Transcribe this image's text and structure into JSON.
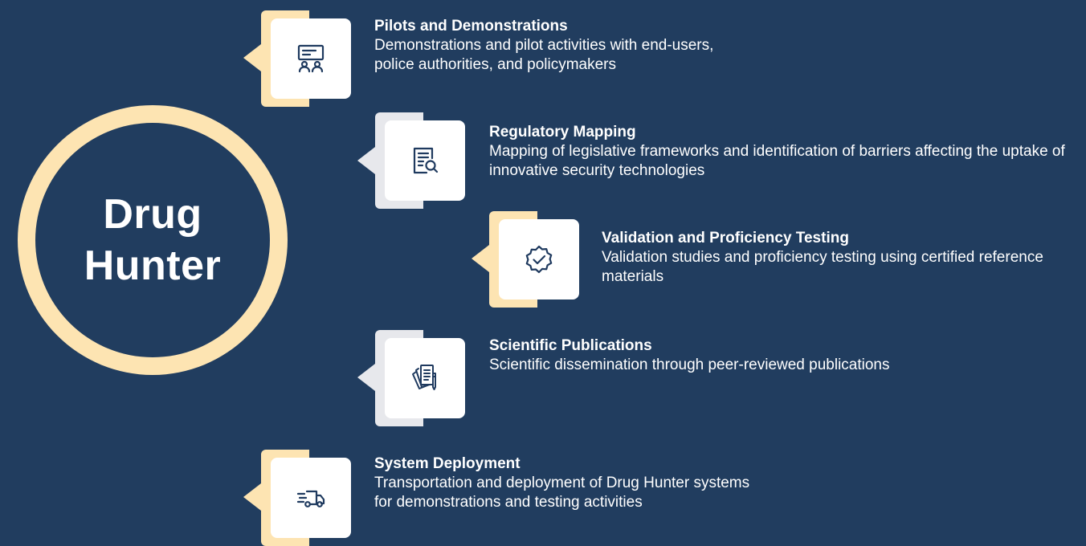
{
  "center": {
    "title_line1": "Drug",
    "title_line2": "Hunter"
  },
  "colors": {
    "background": "#213d5f",
    "accent_gold": "#fde4b2",
    "accent_grey": "#e7e8ec",
    "icon": "#1f3a5f"
  },
  "items": [
    {
      "icon": "presentation-icon",
      "title": "Pilots and Demonstrations",
      "description": "Demonstrations and pilot activities with end-users, police authorities, and policymakers"
    },
    {
      "icon": "document-search-icon",
      "title": "Regulatory Mapping",
      "description": "Mapping of legislative frameworks and identification of barriers affecting the uptake of innovative security technologies"
    },
    {
      "icon": "verified-badge-icon",
      "title": "Validation and Proficiency Testing",
      "description": "Validation studies and proficiency testing using certified reference materials"
    },
    {
      "icon": "documents-pen-icon",
      "title": "Scientific Publications",
      "description": "Scientific dissemination through peer-reviewed publications"
    },
    {
      "icon": "delivery-truck-icon",
      "title": "System Deployment",
      "description": "Transportation and deployment of Drug Hunter systems for demonstrations and testing activities"
    }
  ]
}
